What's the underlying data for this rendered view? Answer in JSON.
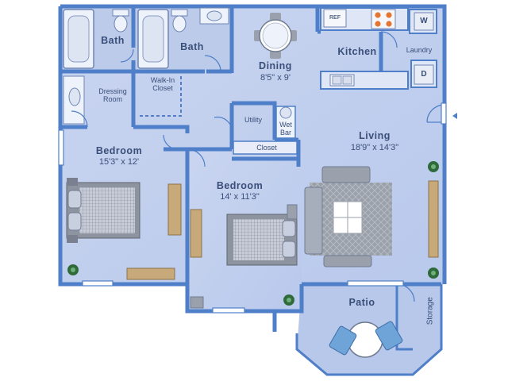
{
  "rooms": {
    "bath_left": {
      "name": "Bath"
    },
    "bath_right": {
      "name": "Bath"
    },
    "dining": {
      "name": "Dining",
      "dims": "8'5\" x 9'"
    },
    "kitchen": {
      "name": "Kitchen"
    },
    "laundry": {
      "name": "Laundry"
    },
    "dressing": {
      "name": "Dressing\nRoom"
    },
    "walkin": {
      "name": "Walk-In\nCloset"
    },
    "utility": {
      "name": "Utility"
    },
    "wetbar": {
      "name": "Wet\nBar"
    },
    "closet": {
      "name": "Closet"
    },
    "living": {
      "name": "Living",
      "dims": "18'9\" x 14'3\""
    },
    "bedroom_left": {
      "name": "Bedroom",
      "dims": "15'3\" x 12'"
    },
    "bedroom_center": {
      "name": "Bedroom",
      "dims": "14' x 11'3\""
    },
    "patio": {
      "name": "Patio"
    },
    "storage": {
      "name": "Storage"
    }
  },
  "appliances": {
    "ref": "REF",
    "washer": "W",
    "dryer": "D"
  },
  "colors": {
    "wall": "#4f7fc8",
    "floor": "#c6d3ef",
    "bath_floor": "#bccbea",
    "outdoor": "#b7c8ea",
    "text": "#3a4e7a"
  }
}
